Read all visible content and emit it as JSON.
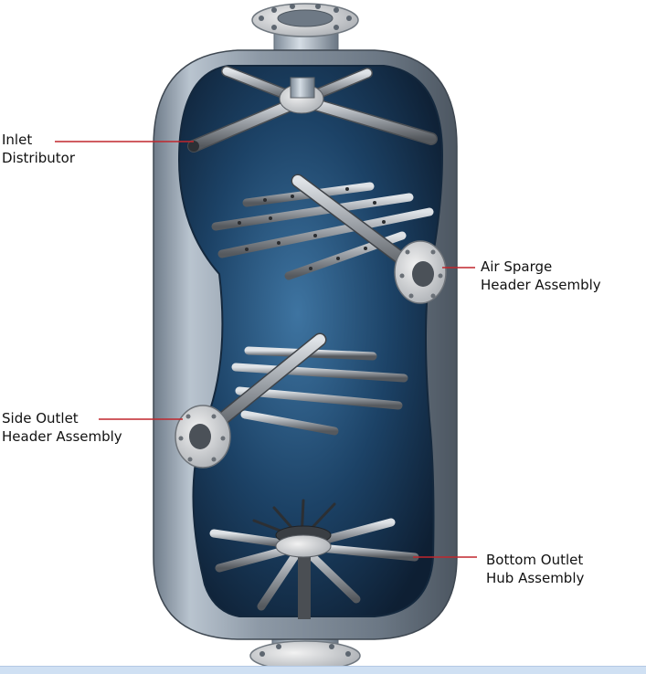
{
  "labels": {
    "inlet_distributor": {
      "line1": "Inlet",
      "line2": "Distributor"
    },
    "air_sparge": {
      "line1": "Air Sparge",
      "line2": "Header Assembly"
    },
    "side_outlet": {
      "line1": "Side Outlet",
      "line2": "Header Assembly"
    },
    "bottom_outlet": {
      "line1": "Bottom Outlet",
      "line2": "Hub Assembly"
    }
  },
  "colors": {
    "leader_line": "#c0272d",
    "vessel_shell": "#9aa6b3",
    "vessel_interior": "#1f4a70",
    "pipe_steel": "#8c9096"
  }
}
